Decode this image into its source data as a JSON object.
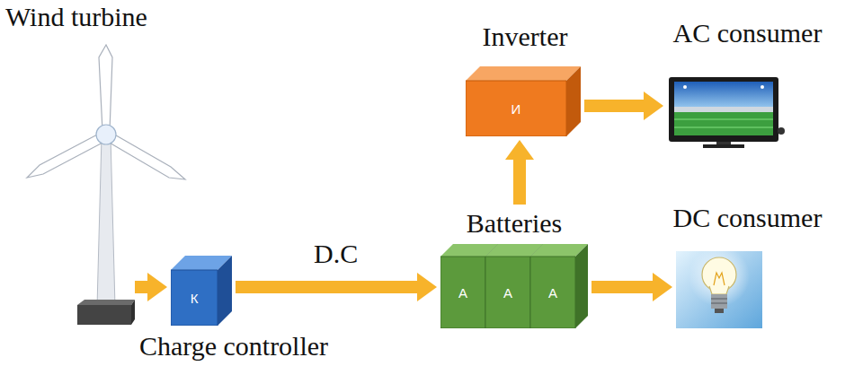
{
  "diagram": {
    "nodes": [
      {
        "text": [
          "Wind turbine"
        ]
      },
      {
        "text": [
          "К",
          "Charge controller"
        ]
      },
      {
        "text": [
          "Batteries",
          "А",
          "А",
          "А"
        ]
      },
      {
        "text": [
          "Inverter",
          "И"
        ]
      },
      {
        "text": [
          "AC consumer"
        ]
      },
      {
        "text": [
          "DC consumer"
        ]
      }
    ],
    "edges": [
      {
        "from": 0,
        "to": 1,
        "arrow": "to"
      },
      {
        "from": 1,
        "to": 2,
        "label": "D.C",
        "arrow": "to"
      },
      {
        "from": 2,
        "to": 3,
        "arrow": "to"
      },
      {
        "from": 3,
        "to": 4,
        "arrow": "to"
      },
      {
        "from": 2,
        "to": 5,
        "arrow": "to"
      }
    ]
  }
}
